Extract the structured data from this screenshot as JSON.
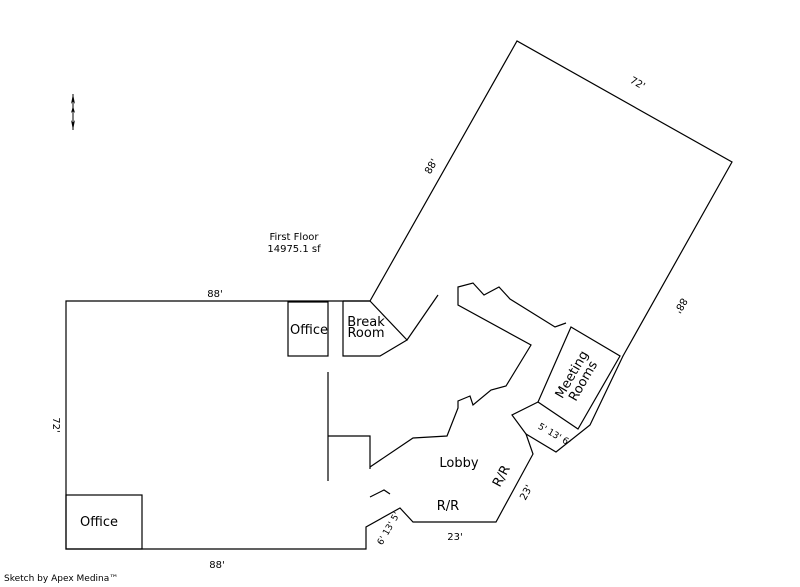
{
  "floor": {
    "name": "First Floor",
    "area": "14975.1 sf"
  },
  "rooms": {
    "office_top": "Office",
    "break_room_line1": "Break",
    "break_room_line2": "Room",
    "meeting_rooms_line1": "Meeting",
    "meeting_rooms_line2": "Rooms",
    "lobby": "Lobby",
    "rr_bottom": "R/R",
    "rr_diag": "R/R",
    "office_bottom": "Office"
  },
  "dimensions": {
    "top_left": "88'",
    "bottom_left": "88'",
    "left_side": "72'",
    "diag_upper": "88'",
    "top_right": "72'",
    "right_side": "88'",
    "bottom_lobby": "23'",
    "diag_lobby": "23'",
    "small_left": "6' 13' 5'",
    "small_right": "5' 13' 6'"
  },
  "footer": "Sketch by Apex Medina™",
  "colors": {
    "line": "#000000",
    "background": "#ffffff"
  },
  "icons": {
    "compass": "north-arrow-icon"
  }
}
